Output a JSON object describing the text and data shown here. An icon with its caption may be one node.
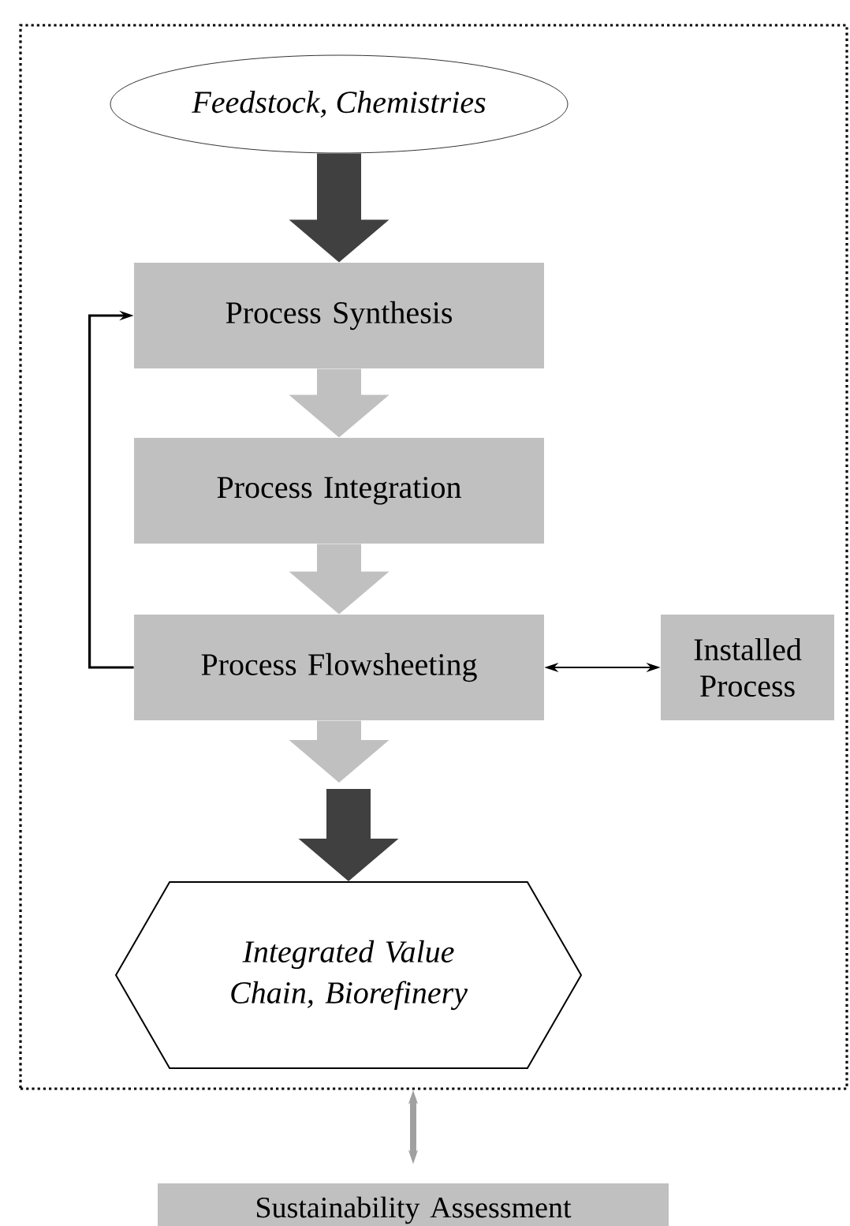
{
  "diagram": {
    "nodes": [
      {
        "text": [],
        "shape": "box"
      },
      {
        "text": [
          "Feedstock, Chemistries"
        ],
        "in": 0
      },
      {
        "text": [
          "Process Synthesis"
        ],
        "in": 0
      },
      {
        "text": [
          "Process Integration"
        ],
        "in": 0
      },
      {
        "text": [
          "Process Flowsheeting"
        ],
        "in": 0
      },
      {
        "text": [
          "Installed Process"
        ],
        "in": 0
      },
      {
        "text": [
          "Integrated Value Chain, Biorefinery"
        ],
        "in": 0
      },
      {
        "text": [
          "Sustainability Assessment"
        ]
      }
    ],
    "edges": [
      {
        "from": 1,
        "to": 2,
        "arrow": "to",
        "color": "#404040"
      },
      {
        "from": 2,
        "to": 3,
        "arrow": "to",
        "color": "#c0c0c0"
      },
      {
        "from": 3,
        "to": 4,
        "arrow": "to",
        "color": "#c0c0c0"
      },
      {
        "from": 4,
        "to": null,
        "arrow": "to",
        "color": "#c0c0c0"
      },
      {
        "from": null,
        "to": 6,
        "arrow": "to",
        "color": "#404040"
      },
      {
        "from": 4,
        "to": 2,
        "arrow": "to",
        "color": "#000000"
      },
      {
        "from": 4,
        "to": 5,
        "arrow": "both",
        "color": "#000000"
      },
      {
        "from": 0,
        "to": 7,
        "arrow": "both",
        "color": "#a0a0a0"
      }
    ]
  }
}
